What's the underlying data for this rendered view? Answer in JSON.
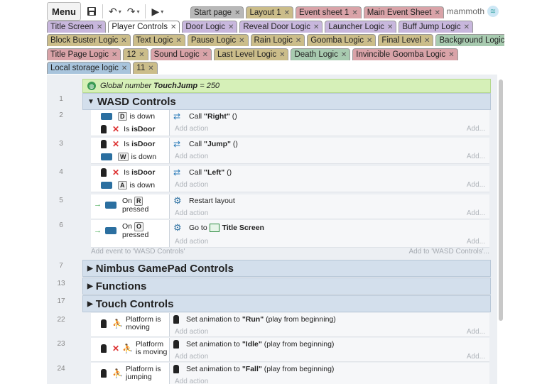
{
  "toolbar": {
    "menu_label": "Menu",
    "brand": "mammoth"
  },
  "tabs_row1": [
    {
      "label": "Start page",
      "color": "#b8b8b8"
    },
    {
      "label": "Layout 1",
      "color": "#cbbd8a"
    },
    {
      "label": "Event sheet 1",
      "color": "#d9a3a8"
    },
    {
      "label": "Main Event Sheet",
      "color": "#d9a3a8"
    }
  ],
  "tabs_row2": [
    {
      "label": "Title Screen",
      "color": "#c8b7dd"
    },
    {
      "label": "Player Controls",
      "color": "#ffffff",
      "active": true
    },
    {
      "label": "Door Logic",
      "color": "#c8b7dd"
    },
    {
      "label": "Reveal Door Logic",
      "color": "#c8b7dd"
    },
    {
      "label": "Launcher Logic",
      "color": "#c8b7dd"
    },
    {
      "label": "Buff Jump Logic",
      "color": "#c8b7dd"
    }
  ],
  "tabs_row3": [
    {
      "label": "Block Buster Logic",
      "color": "#cbbd8a"
    },
    {
      "label": "Text Logic",
      "color": "#cbbd8a"
    },
    {
      "label": "Pause Logic",
      "color": "#cbbd8a"
    },
    {
      "label": "Rain Logic",
      "color": "#cbbd8a"
    },
    {
      "label": "Goomba Logic",
      "color": "#cbbd8a"
    },
    {
      "label": "Final Level",
      "color": "#cbbd8a"
    },
    {
      "label": "Background Logic",
      "color": "#a8cbb0"
    }
  ],
  "tabs_row4": [
    {
      "label": "Title Page Logic",
      "color": "#d9a3a8"
    },
    {
      "label": "12",
      "color": "#cbbd8a"
    },
    {
      "label": "Sound Logic",
      "color": "#d9a3a8"
    },
    {
      "label": "Last Level Logic",
      "color": "#cbbd8a"
    },
    {
      "label": "Death Logic",
      "color": "#a8cbb0"
    },
    {
      "label": "Invincible Goomba Logic",
      "color": "#d9a3a8"
    }
  ],
  "tabs_row5": [
    {
      "label": "Local storage logic",
      "color": "#a8c4dc"
    },
    {
      "label": "11",
      "color": "#cbbd8a"
    }
  ],
  "global": {
    "prefix": "Global number",
    "name": "TouchJump",
    "value": "= 250"
  },
  "rows": {
    "r1": "1",
    "r2": "2",
    "r3": "3",
    "r4": "4",
    "r5": "5",
    "r6": "6",
    "r7": "7",
    "r13": "13",
    "r17": "17",
    "r22": "22",
    "r23": "23",
    "r24": "24"
  },
  "groups": {
    "wasd": "WASD Controls",
    "nimbus": "Nimbus GamePad Controls",
    "functions": "Functions",
    "touch": "Touch Controls"
  },
  "events": {
    "e2": {
      "key": "D",
      "cond1": "is down",
      "cond2": "Is",
      "cond2b": "isDoor",
      "call": "Call",
      "fn": "\"Right\"",
      "paren": "()"
    },
    "e3": {
      "cond1": "Is",
      "cond1b": "isDoor",
      "key": "W",
      "cond2": "is down",
      "call": "Call",
      "fn": "\"Jump\"",
      "paren": "()"
    },
    "e4": {
      "cond1": "Is",
      "cond1b": "isDoor",
      "key": "A",
      "cond2": "is down",
      "call": "Call",
      "fn": "\"Left\"",
      "paren": "()"
    },
    "e5": {
      "on": "On",
      "key": "R",
      "pressed": "pressed",
      "action": "Restart layout"
    },
    "e6": {
      "on": "On",
      "key": "O",
      "pressed": "pressed",
      "action": "Go to",
      "target": "Title Screen"
    },
    "e22": {
      "cond1": "Platform is",
      "cond2": "moving",
      "action": "Set animation to",
      "anim": "\"Run\"",
      "suffix": "(play from beginning)"
    },
    "e23": {
      "cond1": "Platform",
      "cond2": "is moving",
      "action": "Set animation to",
      "anim": "\"Idle\"",
      "suffix": "(play from beginning)"
    },
    "e24": {
      "cond1": "Platform is",
      "cond2": "jumping",
      "action": "Set animation to",
      "anim": "\"Fall\"",
      "suffix": "(play from beginning)"
    }
  },
  "add_action": "Add action",
  "add_short": "Add...",
  "add_event": "Add event to 'WASD Controls'",
  "add_to": "Add to 'WASD Controls'..."
}
